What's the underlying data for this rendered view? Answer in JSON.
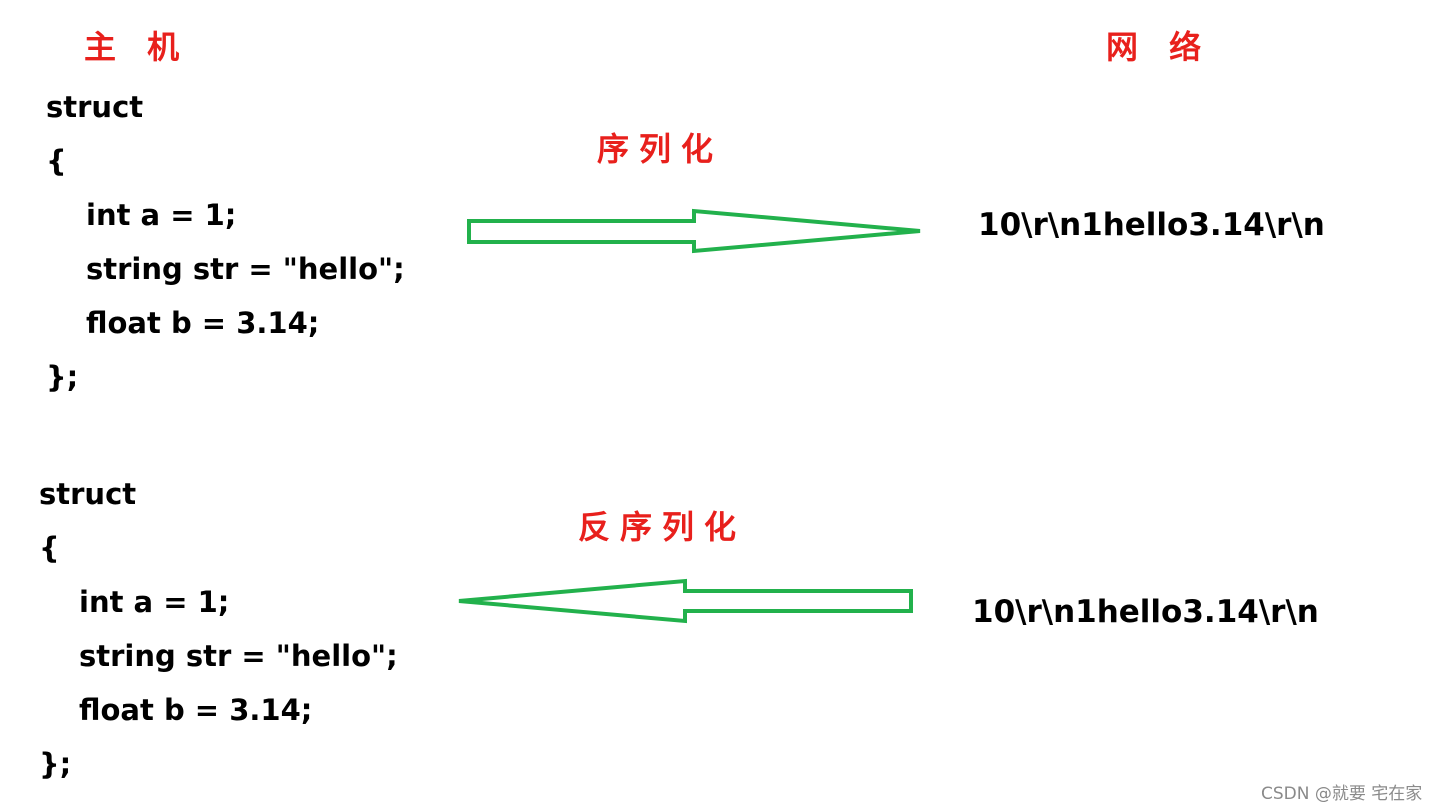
{
  "headings": {
    "host": "主 机",
    "network": "网 络"
  },
  "labels": {
    "serialize": "序列化",
    "deserialize": "反序列化"
  },
  "code_top": [
    "struct",
    "{",
    "int a = 1;",
    "string str = \"hello\";",
    "float b = 3.14;",
    "};"
  ],
  "code_bottom": [
    "struct",
    "{",
    "int a = 1;",
    "string str = \"hello\";",
    "float b = 3.14;",
    "};"
  ],
  "payload_top": "10\\r\\n1hello3.14\\r\\n",
  "payload_bottom": "10\\r\\n1hello3.14\\r\\n",
  "watermark": "CSDN @就要 宅在家",
  "colors": {
    "heading": "#e8201c",
    "arrow": "#22b14c",
    "text": "#000000"
  },
  "icons": {
    "top_arrow": "right-arrow-icon",
    "bottom_arrow": "left-arrow-icon"
  }
}
